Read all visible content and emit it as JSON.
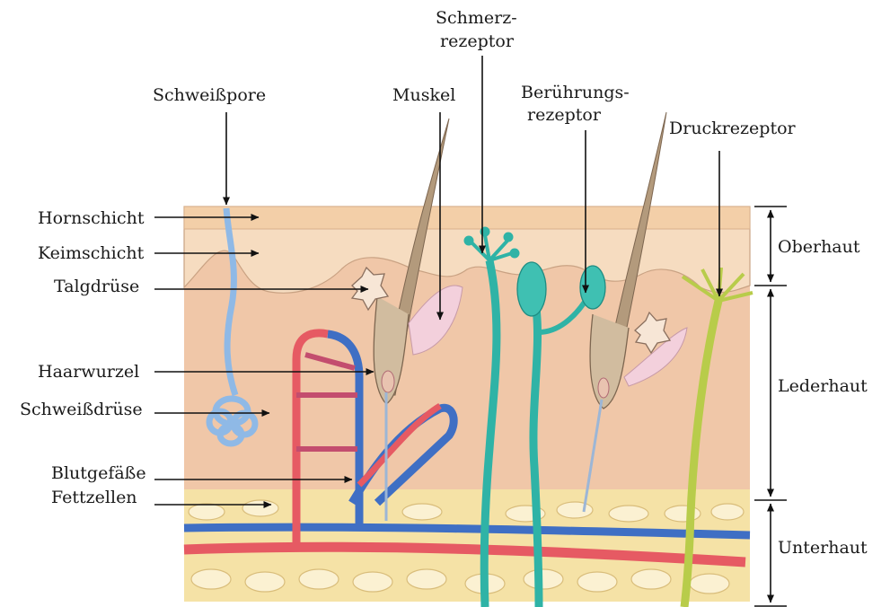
{
  "labels": {
    "schweisspore": "Schweißpore",
    "muskel": "Muskel",
    "schmerzrezeptor_1": "Schmerz-",
    "schmerzrezeptor_2": "rezeptor",
    "beruehrungsrezeptor_1": "Berührungs-",
    "beruehrungsrezeptor_2": "rezeptor",
    "druckrezeptor": "Druckrezeptor",
    "hornschicht": "Hornschicht",
    "keimschicht": "Keimschicht",
    "talgdruese": "Talgdrüse",
    "haarwurzel": "Haarwurzel",
    "schweissdruese": "Schweißdrüse",
    "blutgefaesse": "Blutgefäße",
    "fettzellen": "Fettzellen",
    "oberhaut": "Oberhaut",
    "lederhaut": "Lederhaut",
    "unterhaut": "Unterhaut"
  },
  "colors": {
    "epidermis": "#f6dcc0",
    "dermis": "#f0c7a8",
    "subcutis": "#f5e2a6",
    "fat_cell": "#fbf1d2",
    "artery": "#e65a63",
    "vein": "#3f6fc4",
    "sweat_gland": "#8fb9e6",
    "hair": "#b39a7c",
    "teal_nerve": "#2fb3a6",
    "pressure_nerve": "#b8cc4a",
    "arrow": "#111111"
  }
}
